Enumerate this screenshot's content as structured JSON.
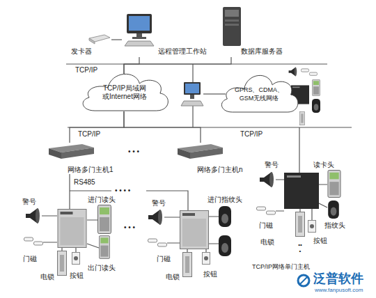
{
  "diagram": {
    "nodes": [
      {
        "text": [
          "发卡器"
        ]
      },
      {
        "text": [
          "远程管理工作站"
        ]
      },
      {
        "text": [
          "数据库服务器"
        ]
      },
      {
        "text": [
          "TCP/IP局域网 或Internet网络"
        ]
      },
      {
        "text": [
          "GPRS、CDMA、 GSM无线网络"
        ]
      },
      {
        "text": [
          "网络多门主机1"
        ]
      },
      {
        "text": [
          "网络多门主机n"
        ]
      }
    ],
    "edges": [
      {
        "from": 0,
        "to": 1,
        "arrow": "none"
      },
      {
        "from": 1,
        "to": 3,
        "arrow": "none"
      },
      {
        "from": 2,
        "to": 3,
        "arrow": "none"
      },
      {
        "from": 3,
        "to": 5,
        "arrow": "none"
      },
      {
        "from": 3,
        "to": 6,
        "arrow": "none"
      }
    ],
    "labels": [
      "TCP/IP",
      "TCP/IP",
      "TCP/IP",
      "• • •",
      "RS485",
      "• • • •",
      "警号",
      "进门读头",
      "门磁",
      "电锁",
      "出门读头",
      "按钮",
      "• • •",
      "警号",
      "进门指纹头",
      "门磁",
      "电锁",
      "按钮",
      "警号",
      "读卡头",
      "门磁",
      "指纹头",
      "电锁",
      "按钮",
      "•••",
      "TCP/IP网络单门主机",
      "泛普软件",
      "www.fanpusoft.com"
    ]
  }
}
